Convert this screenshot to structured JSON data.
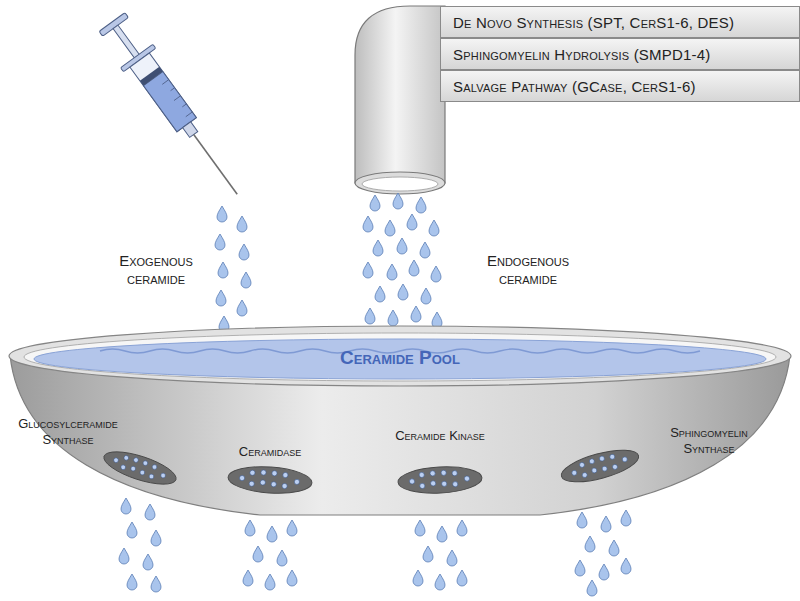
{
  "diagram": {
    "nodes": [
      {
        "text": [
          "De Novo Synthesis (SPT, CerS1-6, DES)"
        ]
      },
      {
        "text": [
          "Sphingomyelin Hydrolysis (SMPD1-4)"
        ]
      },
      {
        "text": [
          "Salvage Pathway (GCase, CerS1-6)"
        ]
      },
      {
        "text": [
          "Ceramide Pool"
        ]
      }
    ],
    "labels": [
      "Exogenous ceramide",
      "Endogenous ceramide",
      "Glucosylceramide Synthase",
      "Ceramidase",
      "Ceramide Kinase",
      "Sphingomyelin Synthase"
    ]
  }
}
